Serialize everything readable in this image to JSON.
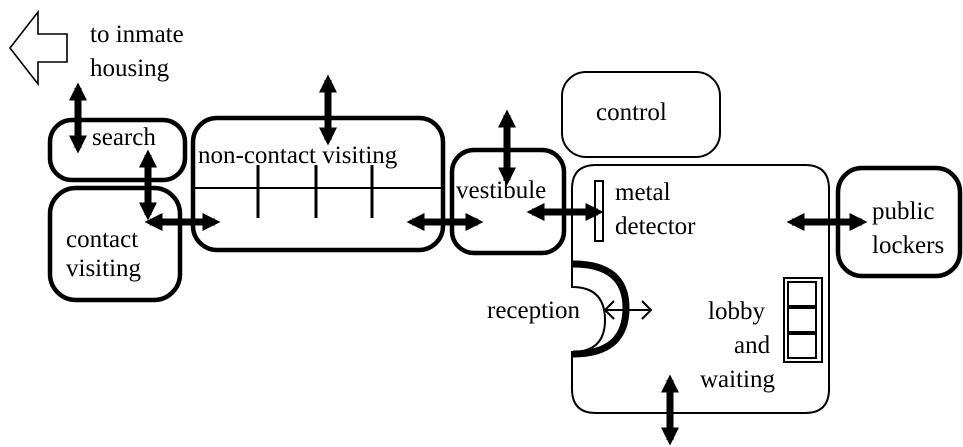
{
  "labels": {
    "to_inmate_line1": "to inmate",
    "to_inmate_line2": "housing",
    "search": "search",
    "non_contact": "non-contact visiting",
    "contact_line1": "contact",
    "contact_line2": "visiting",
    "vestibule": "vestibule",
    "control": "control",
    "metal_line1": "metal",
    "metal_line2": "detector",
    "public_line1": "public",
    "public_line2": "lockers",
    "reception": "reception",
    "lobby_line1": "lobby",
    "lobby_line2": "and",
    "lobby_line3": "waiting"
  },
  "colors": {
    "ink": "#000000",
    "background": "#ffffff"
  }
}
